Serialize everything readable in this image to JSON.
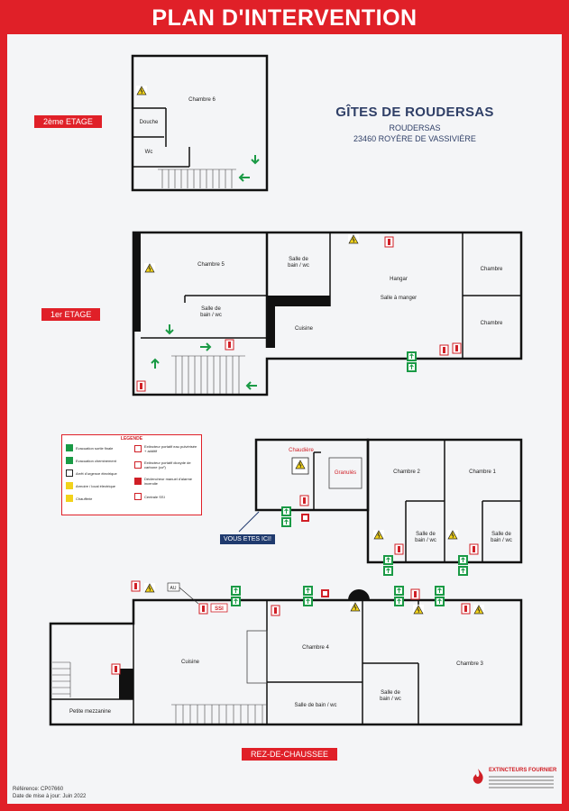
{
  "title": "PLAN D'INTERVENTION",
  "site": {
    "name": "GÎTES DE ROUDERSAS",
    "locality": "ROUDERSAS",
    "address": "23460 ROYÈRE DE VASSIVIÈRE"
  },
  "levels": {
    "second": "2ème ETAGE",
    "first": "1er ETAGE",
    "ground": "REZ-DE-CHAUSSEE"
  },
  "rooms": {
    "chambre6": "Chambre 6",
    "douche": "Douche",
    "wc": "Wc",
    "chambre5": "Chambre 5",
    "sdb_wc": "Salle de",
    "sdb_wc2": "bain / wc",
    "hangar": "Hangar",
    "salle_manger": "Salle à manger",
    "chambre": "Chambre",
    "cuisine": "Cuisine",
    "chaudiere": "Chaudière",
    "granules": "Granulés",
    "chambre2": "Chambre 2",
    "chambre1": "Chambre 1",
    "chambre4": "Chambre 4",
    "chambre3": "Chambre 3",
    "sdb_full": "Salle de bain / wc",
    "petite_mezzanine": "Petite mezzanine"
  },
  "legend": {
    "title": "LEGENDE",
    "items": [
      "Evacuation sortie finale",
      "Evacuation cheminement",
      "Arrêt d'urgence électrique",
      "Armoire / local électrique",
      "Chaufferie",
      "Extincteur portatif eau pulvérisée + additif",
      "Extincteur portatif dioxyde de carbone (co²)",
      "Déclencheur manuel d'alarme incendie",
      "Centrale SSI"
    ],
    "ssi_label": "SSI",
    "au_label": "AU"
  },
  "you_are_here": "VOUS ETES ICI!",
  "footer": {
    "reference": "Référence: CP07660",
    "update": "Date de mise à jour: Juin 2022"
  },
  "brand": {
    "name": "EXTINCTEURS FOURNIER"
  },
  "colors": {
    "red": "#e02028",
    "navy": "#1f3a6e",
    "green": "#1a9a45",
    "yellow": "#f2d21b"
  }
}
